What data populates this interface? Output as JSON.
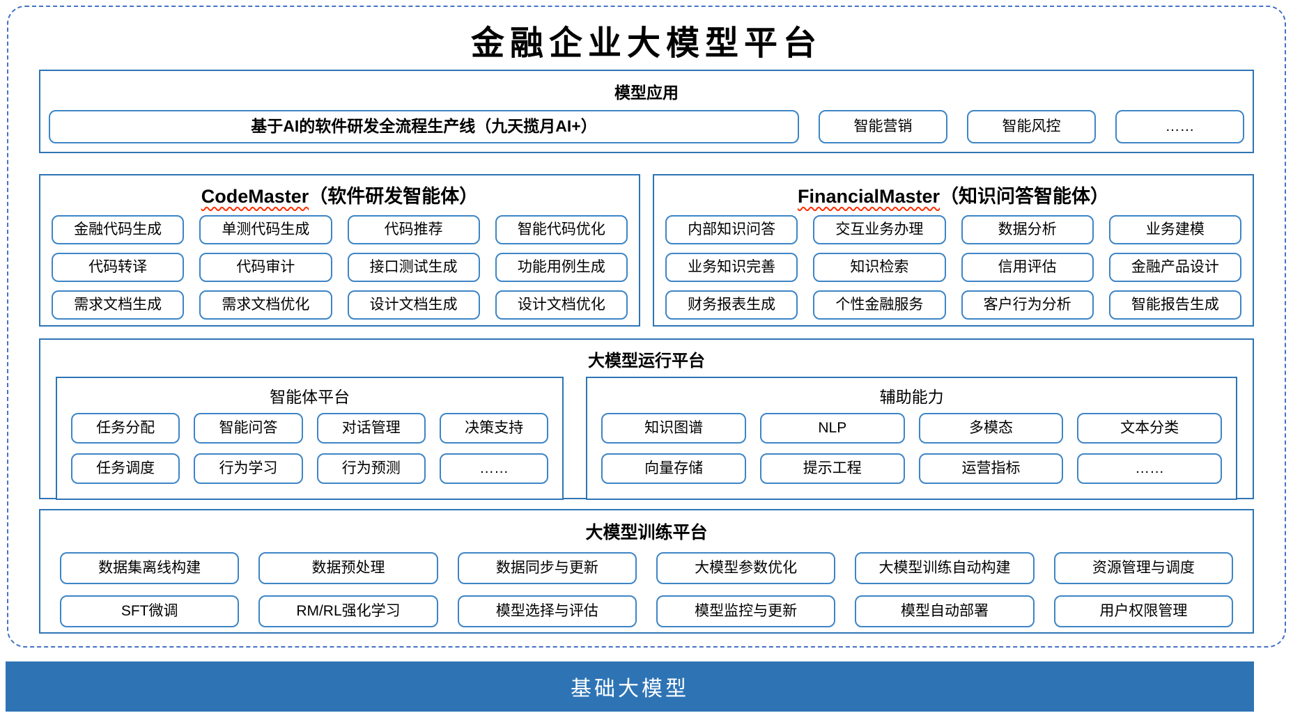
{
  "title": "金融企业大模型平台",
  "model_app": {
    "header": "模型应用",
    "main_box": "基于AI的软件研发全流程生产线（九天揽月AI+）",
    "boxes": [
      "智能营销",
      "智能风控",
      "……"
    ]
  },
  "code_master": {
    "header_en": "CodeMaster",
    "header_zh": "（软件研发智能体）",
    "items": [
      "金融代码生成",
      "单测代码生成",
      "代码推荐",
      "智能代码优化",
      "代码转译",
      "代码审计",
      "接口测试生成",
      "功能用例生成",
      "需求文档生成",
      "需求文档优化",
      "设计文档生成",
      "设计文档优化"
    ]
  },
  "financial_master": {
    "header_en": "FinancialMaster",
    "header_zh": "（知识问答智能体）",
    "items": [
      "内部知识问答",
      "交互业务办理",
      "数据分析",
      "业务建模",
      "业务知识完善",
      "知识检索",
      "信用评估",
      "金融产品设计",
      "财务报表生成",
      "个性金融服务",
      "客户行为分析",
      "智能报告生成"
    ]
  },
  "runtime": {
    "header": "大模型运行平台",
    "agent_platform": {
      "header": "智能体平台",
      "items": [
        "任务分配",
        "智能问答",
        "对话管理",
        "决策支持",
        "任务调度",
        "行为学习",
        "行为预测",
        "……"
      ]
    },
    "aux_capability": {
      "header": "辅助能力",
      "items": [
        "知识图谱",
        "NLP",
        "多模态",
        "文本分类",
        "向量存储",
        "提示工程",
        "运营指标",
        "……"
      ]
    }
  },
  "training": {
    "header": "大模型训练平台",
    "items": [
      "数据集离线构建",
      "数据预处理",
      "数据同步与更新",
      "大模型参数优化",
      "大模型训练自动构建",
      "资源管理与调度",
      "SFT微调",
      "RM/RL强化学习",
      "模型选择与评估",
      "模型监控与更新",
      "模型自动部署",
      "用户权限管理"
    ]
  },
  "base_model": {
    "label": "基础大模型"
  },
  "colors": {
    "container_border": "#2e74b5",
    "box_border": "#3d85c6",
    "dashed_border": "#4472c4",
    "base_bar": "#2e74b5",
    "squiggle": "#ff2d00",
    "text": "#000000",
    "bar_text": "#ffffff"
  }
}
